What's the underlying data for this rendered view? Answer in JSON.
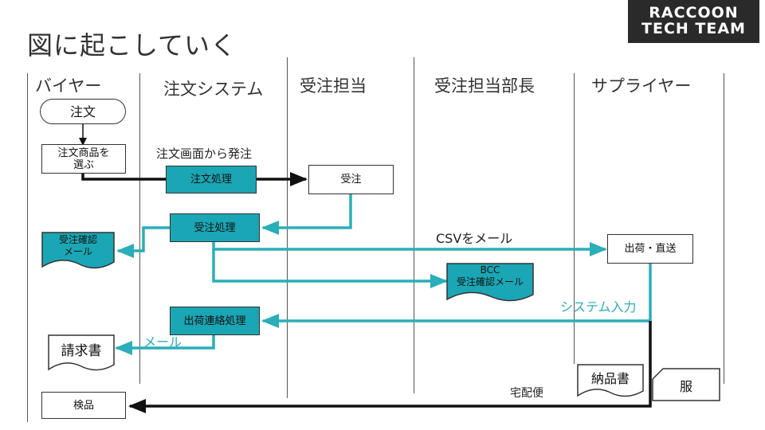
{
  "title": "図に起こしていく",
  "logo": {
    "line1": "RACCOON",
    "line2": "TECH TEAM"
  },
  "lanes": [
    "バイヤー",
    "注文システム",
    "受注担当",
    "受注担当部長",
    "サプライヤー"
  ],
  "nodes": {
    "order_start": "注文",
    "select_products_line1": "注文商品を",
    "select_products_line2": "選ぶ",
    "order_processing": "注文処理",
    "order_received": "受注",
    "order_received_processing": "受注処理",
    "confirm_mail_line1": "受注確認",
    "confirm_mail_line2": "メール",
    "ship_direct": "出荷・直送",
    "bcc_line1": "BCC",
    "bcc_line2": "受注確認メール",
    "shipping_notice_processing": "出荷連絡処理",
    "invoice": "請求書",
    "delivery_note": "納品書",
    "clothes": "服",
    "inspection": "検品"
  },
  "edge_labels": {
    "order_from_screen": "注文画面から発注",
    "csv_by_mail": "CSVをメール",
    "system_input": "システム入力",
    "mail": "メール",
    "courier": "宅配便"
  },
  "colors": {
    "teal": "#1aa6b4",
    "teal_line": "#2aaeb9",
    "black": "#111111"
  }
}
